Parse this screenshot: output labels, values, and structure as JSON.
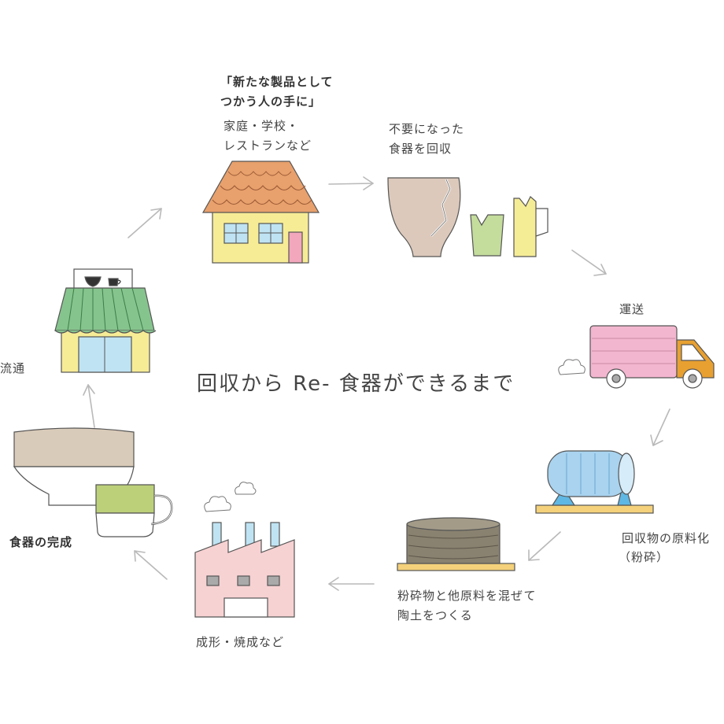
{
  "title": "回収から Re- 食器ができるまで",
  "steps": {
    "home": {
      "heading_line1": "「新たな製品として",
      "heading_line2": "つかう人の手に」",
      "sub_line1": "家庭・学校・",
      "sub_line2": "レストランなど"
    },
    "collect": {
      "line1": "不要になった",
      "line2": "食器を回収"
    },
    "transport": {
      "label": "運送"
    },
    "crush": {
      "line1": "回収物の原料化",
      "line2": "（粉砕）"
    },
    "clay": {
      "line1": "粉砕物と他原料を混ぜて",
      "line2": "陶土をつくる"
    },
    "firing": {
      "label": "成形・焼成など"
    },
    "complete": {
      "label": "食器の完成"
    },
    "distribution": {
      "label": "流通"
    }
  },
  "colors": {
    "roof_orange": "#e8a06c",
    "house_yellow": "#f7ec96",
    "awning_green": "#86c48e",
    "truck_pink": "#f3b6cf",
    "truck_orange": "#e8a030",
    "mill_blue": "#a9d3ef",
    "clay_brown": "#8a8270",
    "factory_pink": "#f7d2d3",
    "bowl_beige": "#d9cbb9",
    "cup_green": "#bcd07a",
    "arrow_gray": "#b9b9b9"
  }
}
